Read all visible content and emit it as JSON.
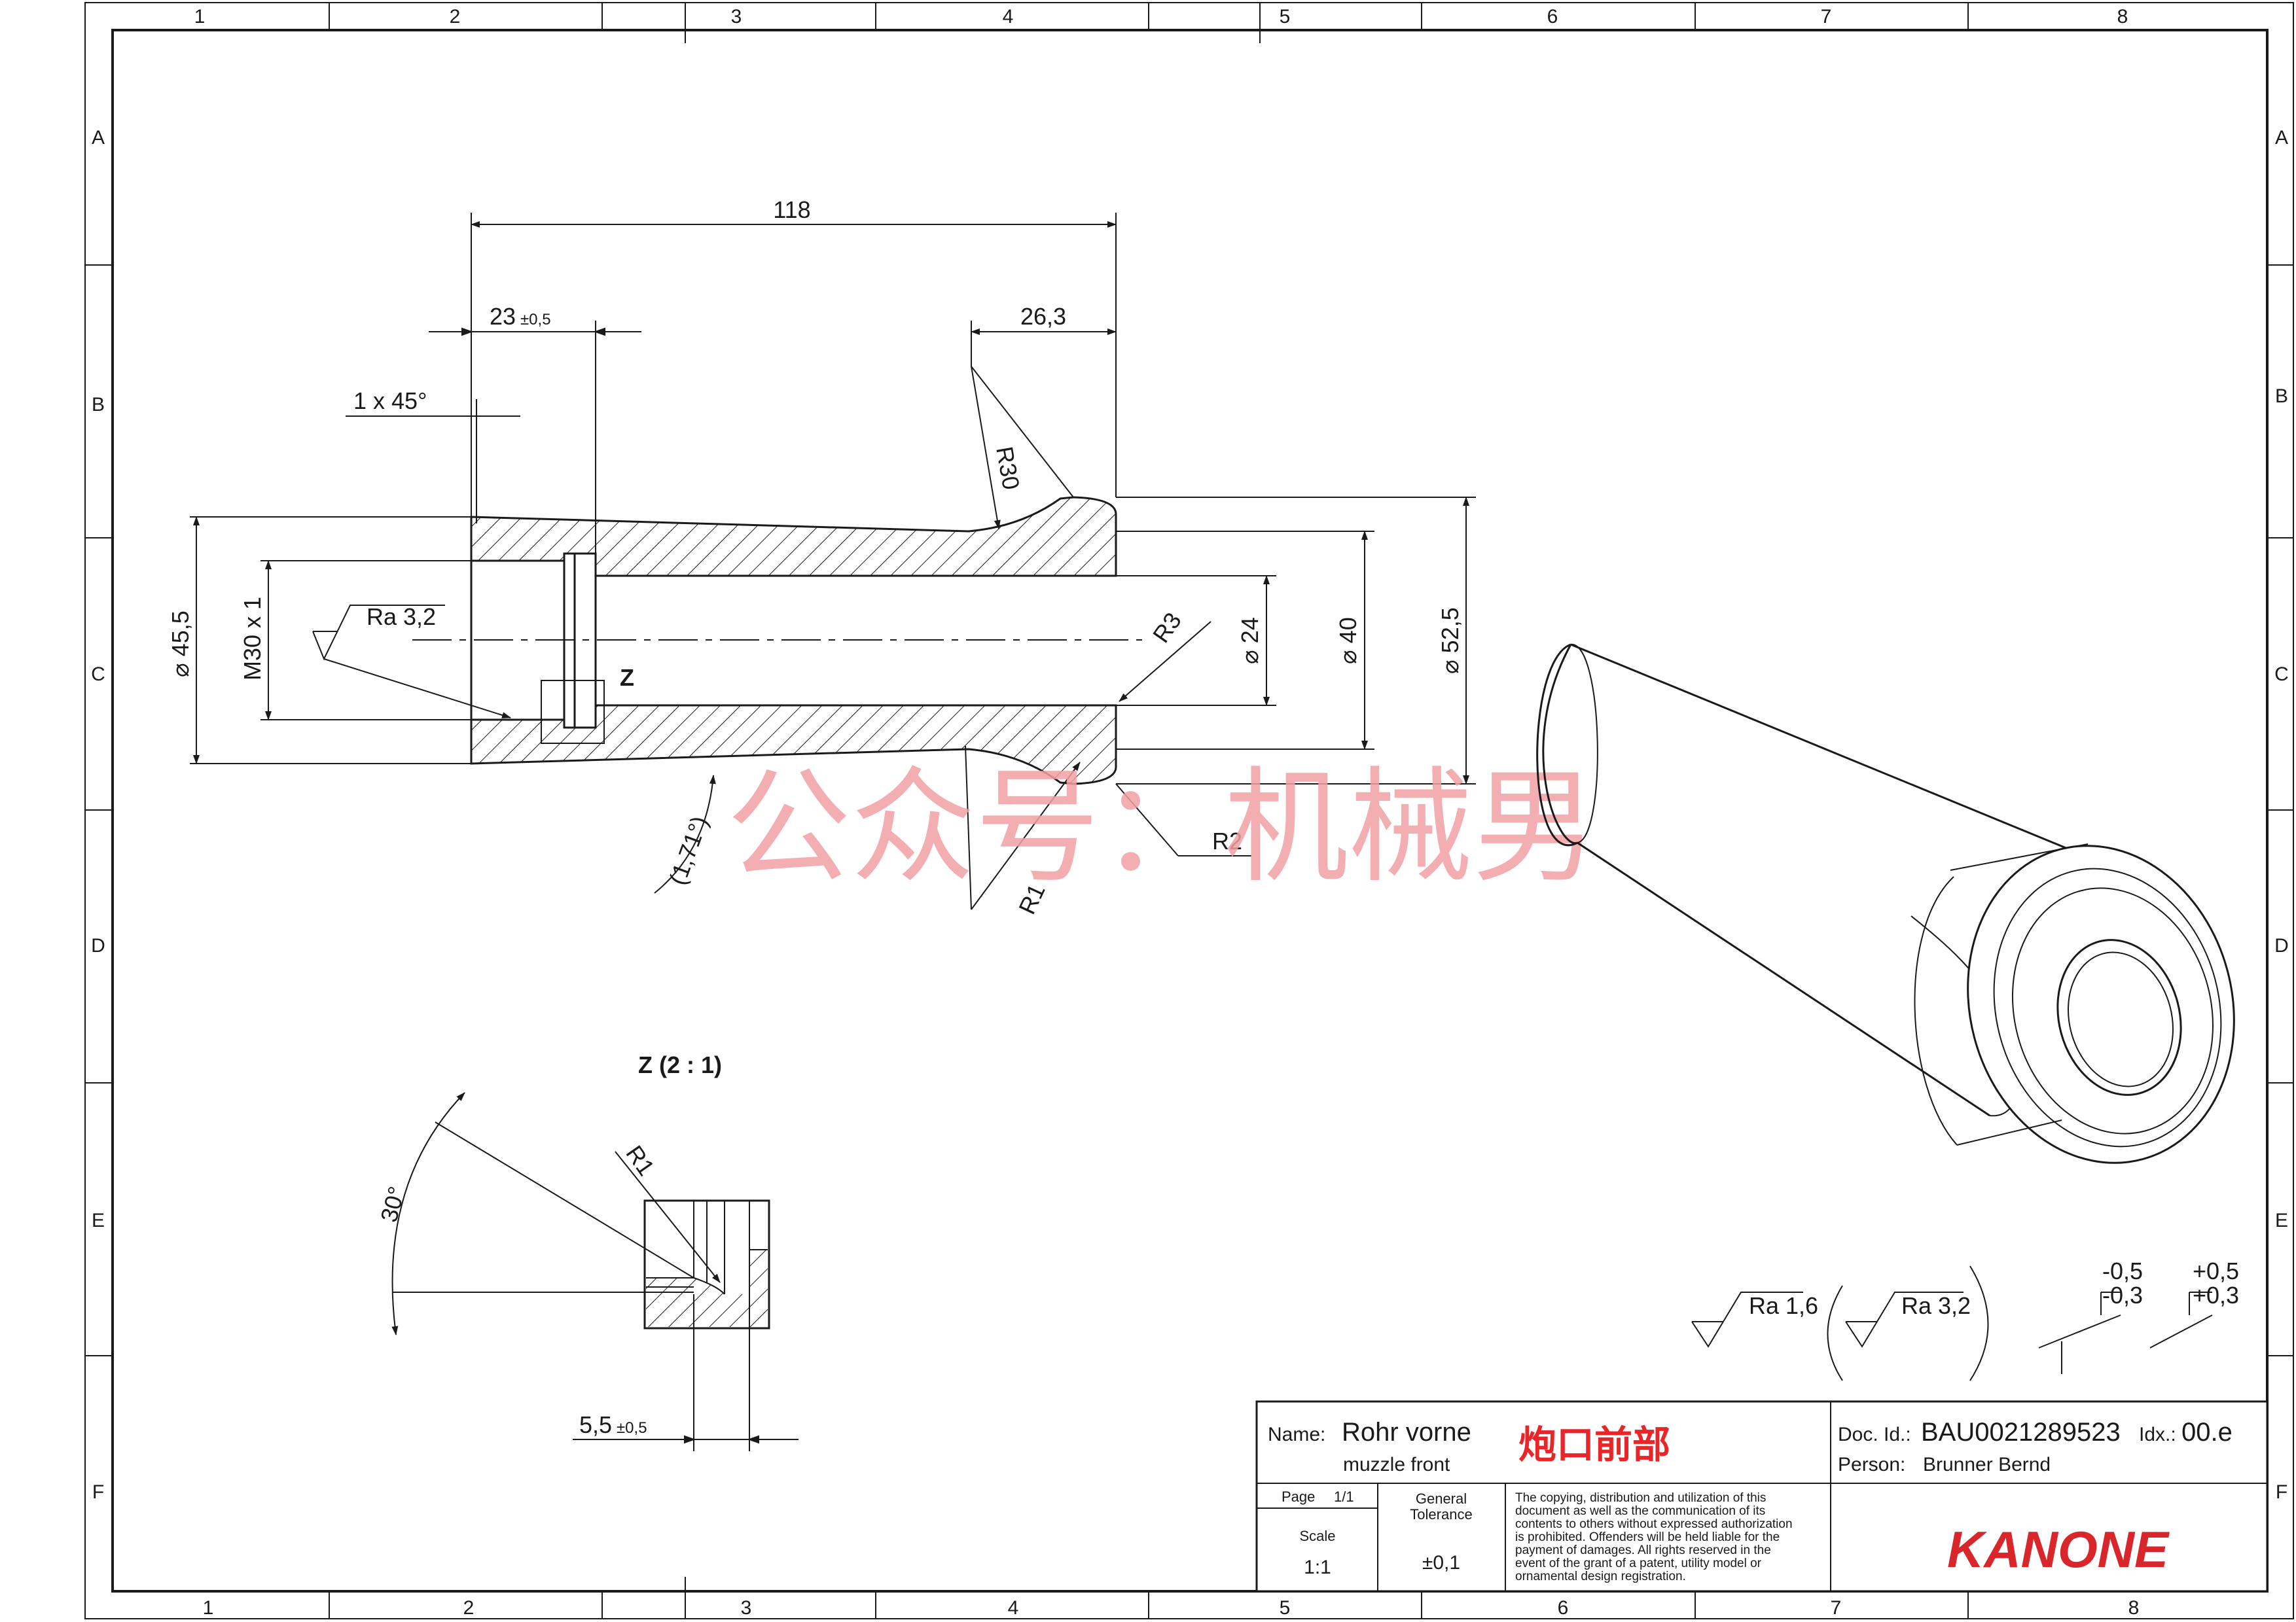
{
  "frame": {
    "columns": [
      "1",
      "2",
      "3",
      "4",
      "5",
      "6",
      "7",
      "8"
    ],
    "rows": [
      "A",
      "B",
      "C",
      "D",
      "E",
      "F"
    ]
  },
  "dimensions": {
    "overall_length": "118",
    "thread_length": "23",
    "thread_length_tol": "±0,5",
    "chamfer": "1 x 45°",
    "flange_length": "26,3",
    "radius_flange": "R30",
    "radius_inner": "R3",
    "radius_outer_bottom": "R2",
    "radius_fillet": "R1",
    "taper_angle": "1,71°",
    "dia_outer_rear": "45,5",
    "thread": "M30 x 1",
    "dia_bore": "24",
    "dia_inner": "40",
    "dia_flange": "52,5",
    "roughness_bore": "Ra 3,2",
    "detail_marker": "Z"
  },
  "detail_view": {
    "title": "Z  (2 : 1)",
    "angle": "30°",
    "radius": "R1",
    "groove_width": "5,5",
    "groove_width_tol": "±0,5"
  },
  "surface_symbols": {
    "general": "Ra 1,6",
    "bracket": "Ra 3,2",
    "tol_neg_upper": "-0,5",
    "tol_neg_lower": "-0,3",
    "tol_pos_upper": "+0,5",
    "tol_pos_lower": "+0,3"
  },
  "watermark": "公众号：机械男",
  "title_block": {
    "name_label": "Name:",
    "name": "Rohr vorne",
    "name_en": "muzzle front",
    "name_cn": "炮口前部",
    "doc_id_label": "Doc. Id.:",
    "doc_id": "BAU0021289523",
    "idx_label": "Idx.:",
    "idx": "00.e",
    "person_label": "Person:",
    "person": "Brunner Bernd",
    "page_label": "Page",
    "page_value": "1/1",
    "scale_label": "Scale",
    "scale_value": "1:1",
    "tolerance_label_1": "General",
    "tolerance_label_2": "Tolerance",
    "tolerance_value": "±0,1",
    "legal_lines": [
      "The copying, distribution and utilization of this",
      "document as well as the communication of its",
      "contents to others without expressed authorization",
      "is prohibited. Offenders will be held liable for the",
      "payment of damages. All rights reserved in the",
      "event of the grant of a patent, utility model or",
      "ornamental design registration."
    ],
    "logo": "KANONE"
  },
  "colors": {
    "line": "#1a1a1a",
    "accent_red": "#e8262a",
    "watermark": "#f2a0a5"
  }
}
